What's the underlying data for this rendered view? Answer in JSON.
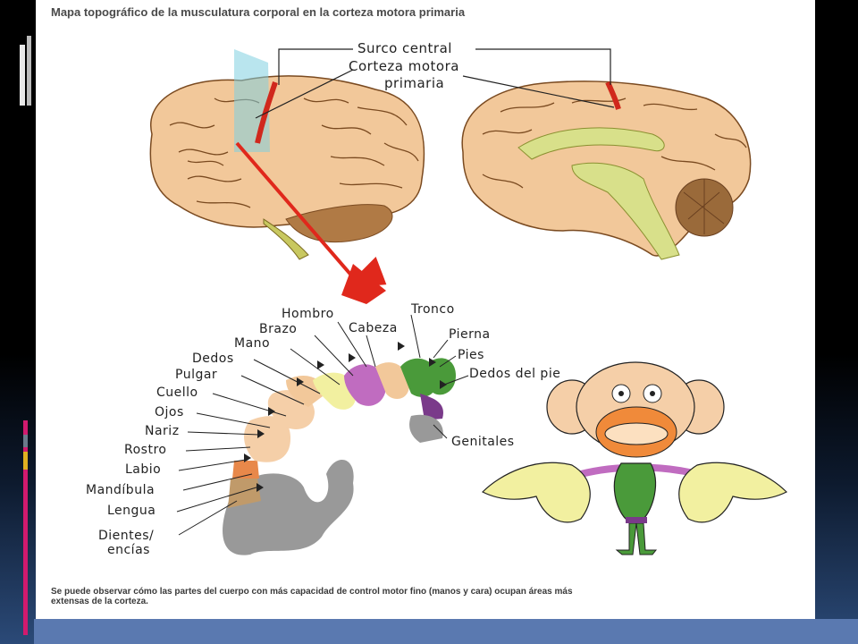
{
  "title": "Mapa topográfico de la musculatura corporal en la corteza motora primaria",
  "callouts": {
    "central_sulcus": "Surco central",
    "motor_cortex_line1": "Corteza motora",
    "motor_cortex_line2": "primaria"
  },
  "homunculus_labels": {
    "hombro": "Hombro",
    "tronco": "Tronco",
    "brazo": "Brazo",
    "cabeza": "Cabeza",
    "pierna": "Pierna",
    "mano": "Mano",
    "pies": "Pies",
    "dedos": "Dedos",
    "dedos_pie": "Dedos del pie",
    "pulgar": "Pulgar",
    "cuello": "Cuello",
    "ojos": "Ojos",
    "nariz": "Nariz",
    "rostro": "Rostro",
    "labio": "Labio",
    "mandibula": "Mandíbula",
    "lengua": "Lengua",
    "genitales": "Genitales",
    "dientes_line1": "Dientes/",
    "dientes_line2": "encías"
  },
  "caption_line1": "Se puede observar cómo las partes del cuerpo con más capacidad de control motor fino (manos y cara) ocupan áreas más",
  "caption_line2": "extensas de la corteza.",
  "colors": {
    "brain": "#f2c89a",
    "sulci": "#7a4a20",
    "cortex_red": "#d0281c",
    "cerebellum": "#9a6a3a",
    "limbic": "#d8e08a",
    "arrow": "#e0281c",
    "face_region": "#f5cfa8",
    "hand_region": "#f2f0a0",
    "arm_region": "#c06cc0",
    "trunk_region": "#4a9a3a",
    "leg_region": "#7a3a8a",
    "gray_region": "#999999"
  }
}
